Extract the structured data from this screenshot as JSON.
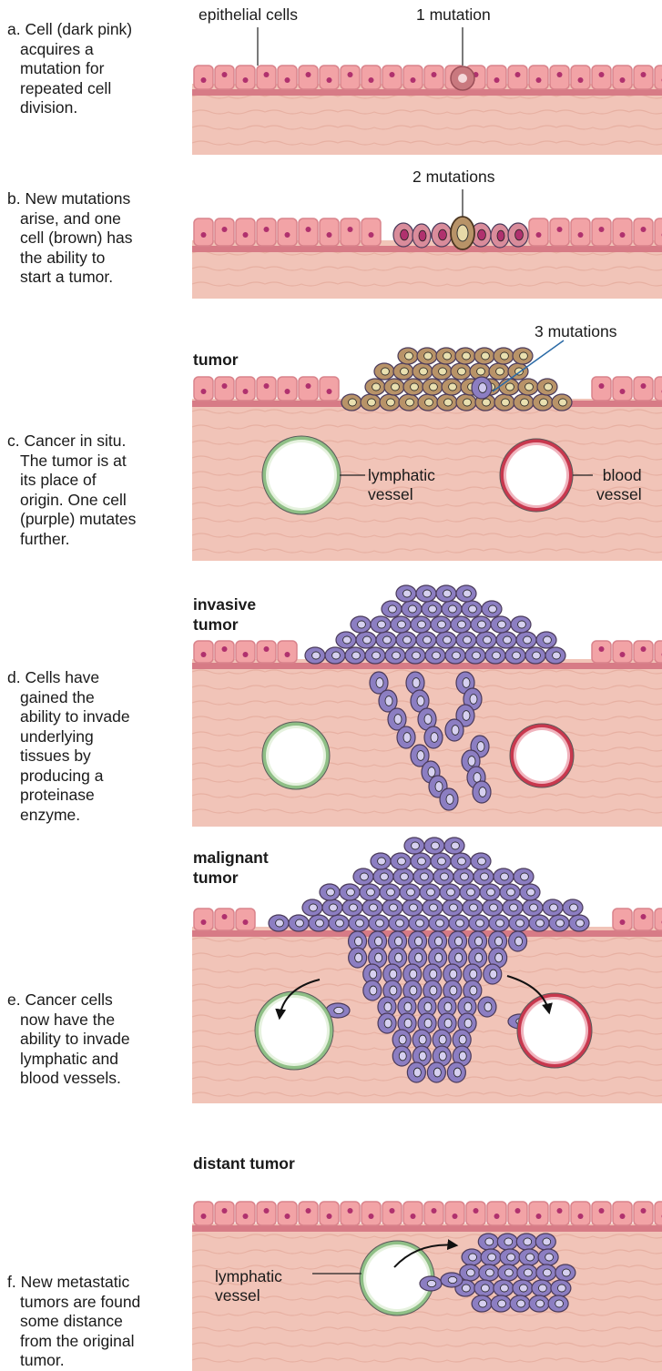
{
  "panels": [
    {
      "id": "a",
      "caption": [
        "a. Cell (dark pink)",
        "acquires a",
        "mutation for",
        "repeated cell",
        "division."
      ]
    },
    {
      "id": "b",
      "caption": [
        "b. New mutations",
        "arise, and one",
        "cell (brown) has",
        "the ability to",
        "start a tumor."
      ]
    },
    {
      "id": "c",
      "caption": [
        "c. Cancer in situ.",
        "The tumor is at",
        "its place of",
        "origin. One cell",
        "(purple) mutates",
        "further."
      ],
      "heading": "tumor"
    },
    {
      "id": "d",
      "caption": [
        "d. Cells have",
        "gained the",
        "ability to invade",
        "underlying",
        "tissues by",
        "producing a",
        "proteinase",
        "enzyme."
      ],
      "heading": "invasive\ntumor"
    },
    {
      "id": "e",
      "caption": [
        "e. Cancer cells",
        "now have the",
        "ability to invade",
        "lymphatic and",
        "blood vessels."
      ],
      "heading": "malignant\ntumor"
    },
    {
      "id": "f",
      "caption": [
        "f. New metastatic",
        "tumors are found",
        "some distance",
        "from the original",
        "tumor."
      ],
      "heading": "distant tumor"
    }
  ],
  "labels": {
    "epithelial_cells": "epithelial cells",
    "one_mutation": "1 mutation",
    "two_mutations": "2 mutations",
    "three_mutations": "3 mutations",
    "lymphatic_vessel": [
      "lymphatic",
      "vessel"
    ],
    "blood_vessel": [
      "blood",
      "vessel"
    ]
  },
  "colors": {
    "tissue": "#f1c4b8",
    "tissue_line": "#e2a898",
    "epithelium": "#f2a3a6",
    "nucleus": "#b0316e",
    "mutant_pink": "#c9797f",
    "brown_cell": "#b89368",
    "purple_cell": "#8c7ec2",
    "lymphatic_wall": "#8fbf86",
    "blood_wall": "#c8384e"
  }
}
